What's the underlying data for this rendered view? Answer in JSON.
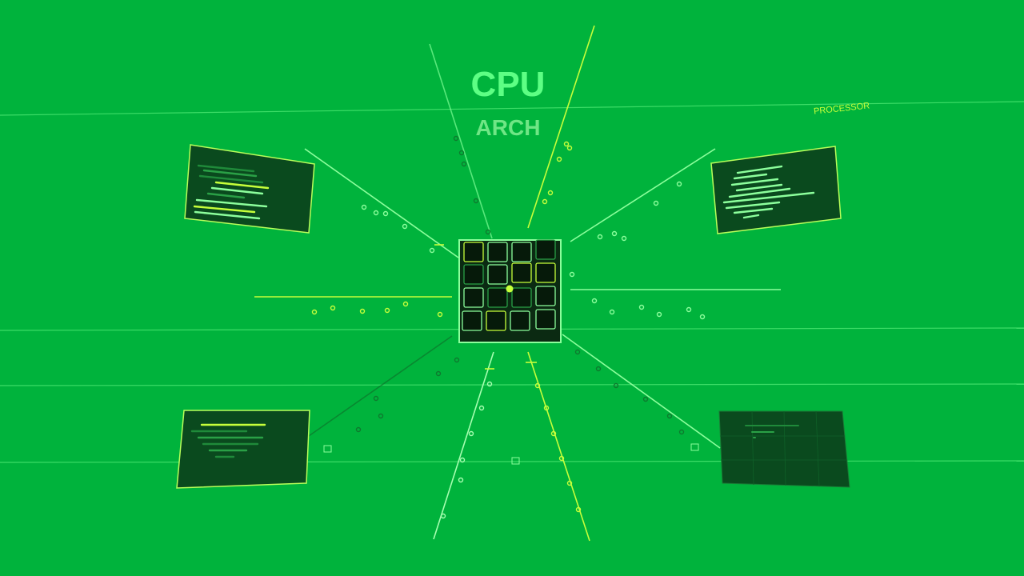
{
  "title": {
    "main": "CPU",
    "sub": "ARCH",
    "tag": "PROCESSOR"
  },
  "colors": {
    "background": "#00b33c",
    "line_bright": "#8cff9c",
    "line_yellow": "#c6ff3a",
    "panel_fill": "#0a4a1e",
    "panel_border": "#b8ff5a",
    "chip_fill": "#0b2a12",
    "title_main": "#5dff84",
    "title_sub": "#6fe685"
  },
  "icons": {
    "chip": "cpu-chip-icon",
    "panel": "code-panel-icon"
  }
}
